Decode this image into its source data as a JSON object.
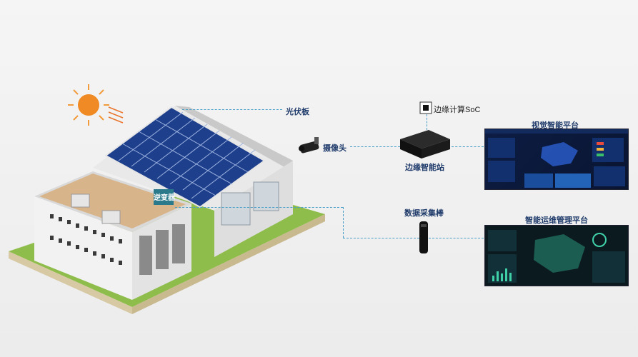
{
  "labels": {
    "pv_panel": "光伏板",
    "inverter": "逆变器",
    "camera": "摄像头",
    "edge_soc": "边缘计算SoC",
    "edge_station": "边缘智能站",
    "data_stick": "数据采集棒",
    "vision_platform": "视觉智能平台",
    "ops_platform": "智能运维管理平台"
  },
  "colors": {
    "accent_line": "#4a9fc9",
    "label_text": "#1f3b6b",
    "panel_blue": "#1e3f8c",
    "grass": "#9cc25a",
    "screen_bg": "#0b1833"
  },
  "icons": [
    "sun-icon",
    "camera-icon",
    "chip-icon",
    "edge-box-icon",
    "data-stick-icon"
  ]
}
